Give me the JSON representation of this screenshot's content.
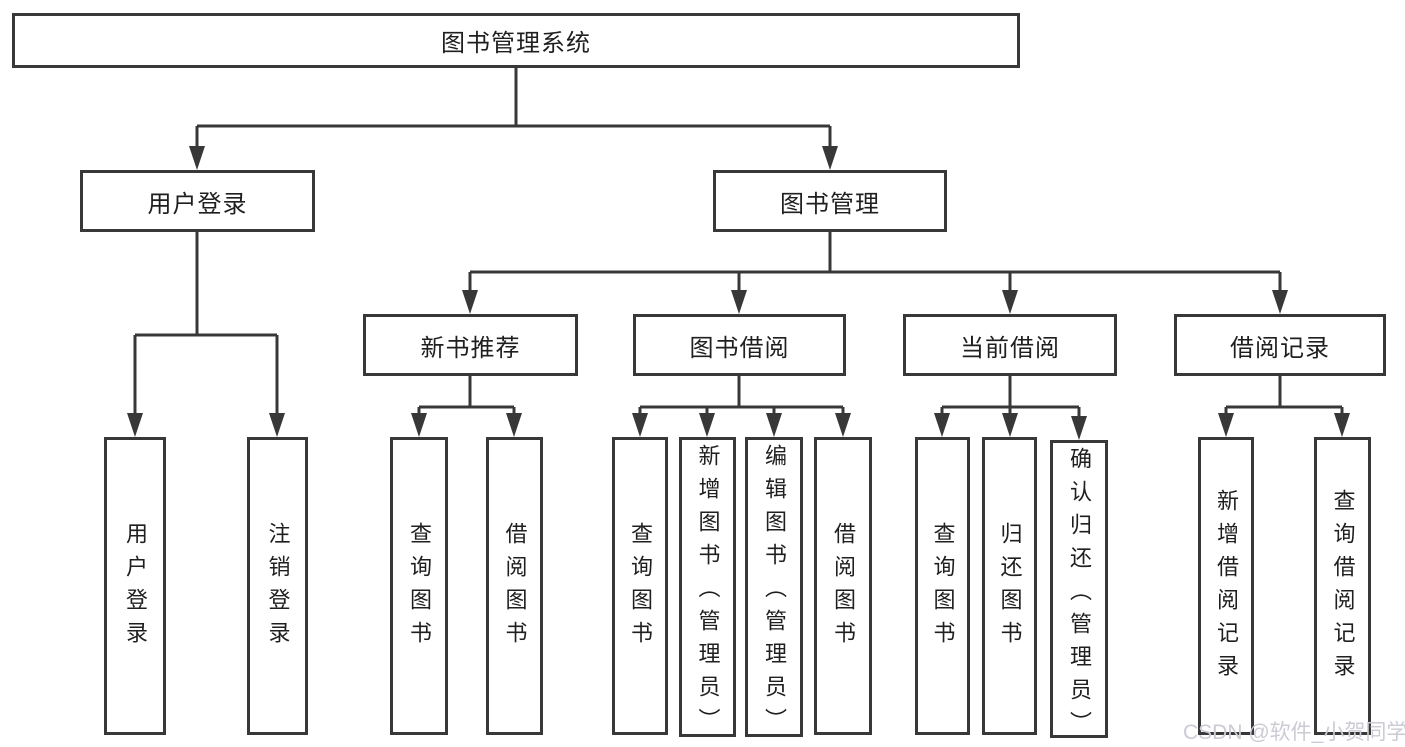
{
  "diagram": {
    "root": "图书管理系统",
    "branches": [
      {
        "label": "用户登录",
        "children": [
          {
            "label": "用户登录"
          },
          {
            "label": "注销登录"
          }
        ]
      },
      {
        "label": "图书管理",
        "children": [
          {
            "label": "新书推荐",
            "children": [
              {
                "label": "查询图书"
              },
              {
                "label": "借阅图书"
              }
            ]
          },
          {
            "label": "图书借阅",
            "children": [
              {
                "label": "查询图书"
              },
              {
                "label": "新增图书（管理员）"
              },
              {
                "label": "编辑图书（管理员）"
              },
              {
                "label": "借阅图书"
              }
            ]
          },
          {
            "label": "当前借阅",
            "children": [
              {
                "label": "查询图书"
              },
              {
                "label": "归还图书"
              },
              {
                "label": "确认归还（管理员）"
              }
            ]
          },
          {
            "label": "借阅记录",
            "children": [
              {
                "label": "新增借阅记录"
              },
              {
                "label": "查询借阅记录"
              }
            ]
          }
        ]
      }
    ]
  },
  "watermark": "CSDN @软件_小贺同学",
  "colors": {
    "line": "#383838",
    "box_border": "#383838",
    "box_fill": "#ffffff",
    "text": "#1f1f1f",
    "watermark": "#cbcbd5"
  }
}
